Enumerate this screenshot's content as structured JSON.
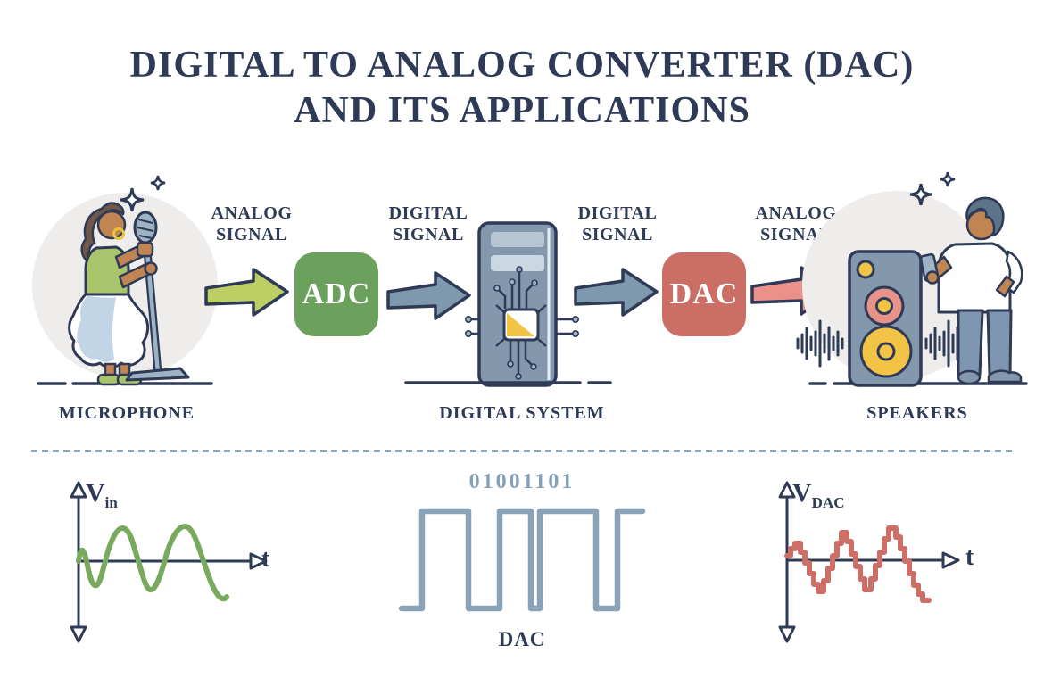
{
  "title": {
    "line1": "DIGITAL TO ANALOG CONVERTER (DAC)",
    "line2": "AND ITS APPLICATIONS"
  },
  "signals": [
    {
      "line1": "ANALOG",
      "line2": "SIGNAL"
    },
    {
      "line1": "DIGITAL",
      "line2": "SIGNAL"
    },
    {
      "line1": "DIGITAL",
      "line2": "SIGNAL"
    },
    {
      "line1": "ANALOG",
      "line2": "SIGNAL"
    }
  ],
  "converters": {
    "adc": "ADC",
    "dac": "DAC"
  },
  "captions": {
    "microphone": "MICROPHONE",
    "digital_system": "DIGITAL SYSTEM",
    "speakers": "SPEAKERS"
  },
  "plots": {
    "input": {
      "v_main": "V",
      "v_sub": "in",
      "t": "t"
    },
    "digital": {
      "bits": "01001101",
      "caption": "DAC"
    },
    "output": {
      "v_main": "V",
      "v_sub": "DAC",
      "t": "t"
    }
  },
  "colors": {
    "navy": "#2e3a56",
    "adc_green": "#6ba15c",
    "dac_red": "#ca6e66",
    "arrow_green": "#bdcf63",
    "arrow_blue": "#7e98ad",
    "arrow_salmon": "#ec918a",
    "wave_green": "#79a95c",
    "wave_blue": "#8aa3b8",
    "wave_red": "#ce6f67",
    "accent_yellow": "#f2c345",
    "slate_blue": "#8398ac",
    "light_gray": "#eeedeb"
  }
}
